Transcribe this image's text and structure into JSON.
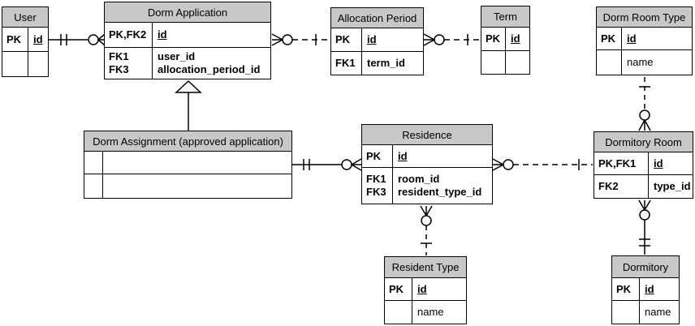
{
  "diagram": {
    "kind": "entity-relationship-diagram",
    "notation": {
      "zero_or_many": "circle + crow's foot",
      "one": "single tick",
      "one_and_only_one": "double tick",
      "generalization": "hollow triangle arrow",
      "non_identifying_relationship": "dashed line",
      "identifying_relationship": "solid line"
    },
    "colors": {
      "header_bg": "#c8c8c8",
      "line": "#000000",
      "background": "#ffffff"
    }
  },
  "entities": {
    "user": {
      "title": "User",
      "r1_key": "PK",
      "r1_attr": "id",
      "r2_key": "",
      "r2_attr": ""
    },
    "dorm_application": {
      "title": "Dorm Application",
      "r1_key": "PK,FK2",
      "r1_attr": "id",
      "r2a_key": "FK1",
      "r2a_attr": "user_id",
      "r2b_key": "FK3",
      "r2b_attr": "allocation_period_id"
    },
    "allocation_period": {
      "title": "Allocation Period",
      "r1_key": "PK",
      "r1_attr": "id",
      "r2_key": "FK1",
      "r2_attr": "term_id"
    },
    "term": {
      "title": "Term",
      "r1_key": "PK",
      "r1_attr": "id",
      "r2_key": "",
      "r2_attr": ""
    },
    "dorm_room_type": {
      "title": "Dorm Room Type",
      "r1_key": "PK",
      "r1_attr": "id",
      "r2_key": "",
      "r2_attr": "name"
    },
    "dorm_assignment": {
      "title": "Dorm Assignment (approved application)",
      "r1_key": "",
      "r1_attr": "",
      "r2_key": "",
      "r2_attr": ""
    },
    "residence": {
      "title": "Residence",
      "r1_key": "PK",
      "r1_attr": "id",
      "r2a_key": "FK1",
      "r2a_attr": "room_id",
      "r2b_key": "FK3",
      "r2b_attr": "resident_type_id"
    },
    "dormitory_room": {
      "title": "Dormitory Room",
      "r1_key": "PK,FK1",
      "r1_attr": "id",
      "r2_key": "FK2",
      "r2_attr": "type_id"
    },
    "resident_type": {
      "title": "Resident Type",
      "r1_key": "PK",
      "r1_attr": "id",
      "r2_key": "",
      "r2_attr": "name"
    },
    "dormitory": {
      "title": "Dormitory",
      "r1_key": "PK",
      "r1_attr": "id",
      "r2_key": "",
      "r2_attr": "name"
    }
  },
  "relationships": [
    {
      "from": "User",
      "to": "Dorm Application",
      "from_cardinality": "one and only one",
      "to_cardinality": "zero or many",
      "line": "solid"
    },
    {
      "from": "Dorm Application",
      "to": "Allocation Period",
      "from_cardinality": "zero or many",
      "to_cardinality": "one",
      "line": "dashed"
    },
    {
      "from": "Allocation Period",
      "to": "Term",
      "from_cardinality": "zero or many",
      "to_cardinality": "one",
      "line": "dashed"
    },
    {
      "from": "Dorm Assignment (approved application)",
      "to": "Residence",
      "from_cardinality": "one and only one",
      "to_cardinality": "zero or many",
      "line": "solid"
    },
    {
      "from": "Residence",
      "to": "Dormitory Room",
      "from_cardinality": "zero or many",
      "to_cardinality": "one",
      "line": "dashed"
    },
    {
      "from": "Residence",
      "to": "Resident Type",
      "from_cardinality": "zero or many",
      "to_cardinality": "one",
      "line": "dashed"
    },
    {
      "from": "Dorm Room Type",
      "to": "Dormitory Room",
      "from_cardinality": "one",
      "to_cardinality": "zero or many",
      "line": "dashed"
    },
    {
      "from": "Dormitory Room",
      "to": "Dormitory",
      "from_cardinality": "zero or many",
      "to_cardinality": "one and only one",
      "line": "solid"
    },
    {
      "type": "generalization",
      "parent": "Dorm Application",
      "child": "Dorm Assignment (approved application)"
    }
  ]
}
